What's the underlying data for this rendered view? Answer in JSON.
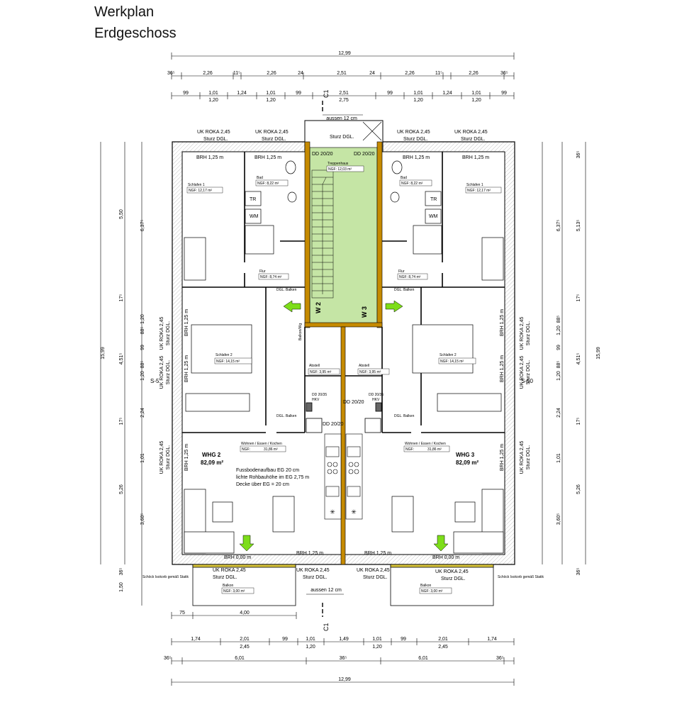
{
  "title": {
    "line1": "Werkplan",
    "line2": "Erdgeschoss"
  },
  "dims": {
    "overall": "12,99",
    "top_row2": [
      "36⁵",
      "2,26",
      "11⁵",
      "2,26",
      "24",
      "2,51",
      "24",
      "2,26",
      "11⁵",
      "2,26",
      "36⁵"
    ],
    "top_row3_upper": [
      "99",
      "1,01",
      "1,24",
      "1,01",
      "99",
      "2,51",
      "99",
      "1,01",
      "1,24",
      "1,01",
      "99"
    ],
    "top_row3_lower": [
      "1,20",
      "1,20",
      "2,75",
      "1,20",
      "1,20"
    ],
    "outside_top": "aussen 12 cm",
    "outside_bottom": "aussen 12 cm",
    "bottom_row1_upper": [
      "1,74",
      "2,01",
      "99",
      "1,01",
      "1,49",
      "1,01",
      "99",
      "2,01",
      "1,74"
    ],
    "bottom_row1_lower": [
      "2,45",
      "1,20",
      "1,20",
      "2,45"
    ],
    "bottom_row2": [
      "36⁵",
      "6,01",
      "36⁵",
      "6,01",
      "36⁵"
    ],
    "balcony_width": [
      "75",
      "4,00"
    ],
    "left_outer": "15,99",
    "left_inner": [
      "5,50",
      "6,37⁵",
      "17⁵",
      "4,51⁵",
      "1,20",
      "88⁵",
      "99",
      "88⁵",
      "1,20",
      "17⁵",
      "2,24",
      "1,01",
      "5,26",
      "3,60⁵",
      "36⁵",
      "1,50"
    ],
    "right_outer": "15,99",
    "right_inner": [
      "36⁵",
      "6,37⁵",
      "5,13⁵",
      "17⁵",
      "88⁵",
      "1,20",
      "99",
      "4,51⁵",
      "88⁵",
      "1,20",
      "2,24",
      "17⁵",
      "1,01",
      "5,26",
      "3,60⁵",
      "36⁵"
    ]
  },
  "section": {
    "top": "C1",
    "bottom": "C1",
    "left": "S-5",
    "right": "S-50"
  },
  "openings": {
    "uk_roka": "UK ROKA 2,45",
    "sturz": "Sturz DGL.",
    "sturz_top": "Sturz DGL.",
    "brh_125": "BRH 1,25 m",
    "brh_000": "BRH 0,00 m",
    "dd_2020": "DD 20/20",
    "dd_2035": "DD 20/35",
    "hkv": "HKV",
    "dgl_balken": "DGL. Balken",
    "schoeck": "Schöck Isokorb gemäß Statik"
  },
  "rooms": {
    "treppenhaus": {
      "name": "Treppenhaus",
      "area": "NGF: 12,03 m²"
    },
    "schlafen1_left": {
      "name": "Schlafen 1",
      "area": "NGF: 12,17 m²"
    },
    "schlafen1_right": {
      "name": "Schlafen 1",
      "area": "NGF: 12,17 m²"
    },
    "bad_left": {
      "name": "Bad",
      "area": "NGF: 8,22 m²"
    },
    "bad_right": {
      "name": "Bad",
      "area": "NGF: 8,22 m²"
    },
    "flur_left": {
      "name": "Flur",
      "area": "NGF: 8,74 m²"
    },
    "flur_right": {
      "name": "Flur",
      "area": "NGF: 8,74 m²"
    },
    "schlafen2_left": {
      "name": "Schlafen 2",
      "area": "NGF: 14,15 m²"
    },
    "schlafen2_right": {
      "name": "Schlafen 2",
      "area": "NGF: 14,15 m²"
    },
    "abstell_left": {
      "name": "Abstell",
      "area": "NGF: 3,95 m²"
    },
    "abstell_right": {
      "name": "Abstell",
      "area": "NGF: 3,95 m²"
    },
    "wohnen_left": {
      "name": "Wohnen / Essen / Kochen",
      "area_label": "NGF:",
      "area": "31,86 m²"
    },
    "wohnen_right": {
      "name": "Wohnen / Essen / Kochen",
      "area_label": "NGF:",
      "area": "31,86 m²"
    },
    "balkon_left": {
      "name": "Balkon",
      "area": "NGF: 3,00 m²"
    },
    "balkon_right": {
      "name": "Balkon",
      "area": "NGF: 3,00 m²"
    }
  },
  "units": {
    "whg2": {
      "name": "WHG 2",
      "area": "82,09 m²"
    },
    "whg3": {
      "name": "WHG 3",
      "area": "82,09 m²"
    }
  },
  "walls": {
    "w2": "W 2",
    "w3": "W 3"
  },
  "fixtures": {
    "tr": "TR",
    "wm": "WM",
    "balkon_wohnung": "Balkon/Wg"
  },
  "notes": [
    "Fussbodenaufbau EG 20 cm",
    "lichte Rohbauhöhe im EG 2,75 m",
    "Decke über EG = 20 cm"
  ],
  "colors": {
    "wall_fill": "#ffffff",
    "party_wall": "#c58a00",
    "stair": "#c5e5a5",
    "arrow": "#7ddd1a"
  }
}
